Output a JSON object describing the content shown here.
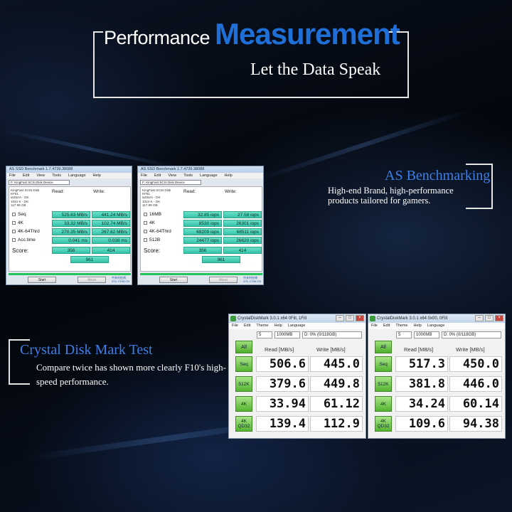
{
  "header": {
    "title_part1": "Performance",
    "title_part2": "Measurement",
    "subtitle": "Let the Data Speak"
  },
  "as_section": {
    "title": "AS Benchmarking",
    "description": "High-end Brand, high-performance products tailored for gamers."
  },
  "cdm_section": {
    "title": "Crystal Disk Mark Test",
    "description": "Compare twice has shown more clearly F10's high-speed performance."
  },
  "as_windows": [
    {
      "window_title": "AS SSD Benchmark 1.7.4739.38088",
      "menu": [
        "File",
        "Edit",
        "View",
        "Tools",
        "Language",
        "Help"
      ],
      "drive_select": "F: KingFast SCSI Disk Device",
      "info": [
        "KingFast SCSI Disk",
        "KF51",
        "iaStorA - OK",
        "1024 K - OK",
        "117.99 GB"
      ],
      "read_label": "Read:",
      "write_label": "Write:",
      "rows": [
        {
          "label": "Seq",
          "read": "525.63 MB/s",
          "write": "441.24 MB/s"
        },
        {
          "label": "4K",
          "read": "33.32 MB/s",
          "write": "102.74 MB/s"
        },
        {
          "label": "4K-64Thrd",
          "read": "270.35 MB/s",
          "write": "267.62 MB/s"
        },
        {
          "label": "Acc.time",
          "read": "0.041 ms",
          "write": "0.038 ms"
        }
      ],
      "score_label": "Score:",
      "score_read": "356",
      "score_write": "414",
      "score_total": "961",
      "start_label": "Start",
      "abort_label": "Abort",
      "logo_text": "中关村在线 ZOL.COM.CN"
    },
    {
      "window_title": "AS SSD Benchmark 1.7.4739.38088",
      "menu": [
        "File",
        "Edit",
        "View",
        "Tools",
        "Language",
        "Help"
      ],
      "drive_select": "F: KingFast SCSI Disk Device",
      "info": [
        "KingFast SCSI Disk",
        "KF51",
        "iaStorA - OK",
        "1024 K - OK",
        "117.99 GB"
      ],
      "read_label": "Read:",
      "write_label": "Write:",
      "rows": [
        {
          "label": "16MB",
          "read": "32.85 iops",
          "write": "27.58 iops"
        },
        {
          "label": "4K",
          "read": "8530 iops",
          "write": "26301 iops"
        },
        {
          "label": "4K-64Thrd",
          "read": "69209 iops",
          "write": "68511 iops"
        },
        {
          "label": "512B",
          "read": "24477 iops",
          "write": "26620 iops"
        }
      ],
      "score_label": "Score:",
      "score_read": "356",
      "score_write": "414",
      "score_total": "961",
      "start_label": "Start",
      "abort_label": "Abort",
      "logo_text": "中关村在线 ZOL.COM.CN"
    }
  ],
  "cdm_windows": [
    {
      "window_title": "CrystalDiskMark 3.0.1 x64 0Fill, 1Fill",
      "menu": [
        "File",
        "Edit",
        "Theme",
        "Help",
        "Language"
      ],
      "count": "5",
      "size": "1000MB",
      "drive": "D: 0% (0/118GB)",
      "all_label": "All",
      "read_header": "Read [MB/s]",
      "write_header": "Write [MB/s]",
      "rows": [
        {
          "label": "Seq",
          "read": "506.6",
          "write": "445.0"
        },
        {
          "label": "512K",
          "read": "379.6",
          "write": "449.8"
        },
        {
          "label": "4K",
          "read": "33.94",
          "write": "61.12"
        },
        {
          "label": "4K QD32",
          "read": "139.4",
          "write": "112.9"
        }
      ]
    },
    {
      "window_title": "CrystalDiskMark 3.0.1 x64 0x00, 0Fill",
      "menu": [
        "File",
        "Edit",
        "Theme",
        "Help",
        "Language"
      ],
      "count": "5",
      "size": "1000MB",
      "drive": "D: 0% (0/118GB)",
      "all_label": "All",
      "read_header": "Read [MB/s]",
      "write_header": "Write [MB/s]",
      "rows": [
        {
          "label": "Seq",
          "read": "517.3",
          "write": "450.0"
        },
        {
          "label": "512K",
          "read": "381.8",
          "write": "446.0"
        },
        {
          "label": "4K",
          "read": "34.24",
          "write": "60.14"
        },
        {
          "label": "4K QD32",
          "read": "109.6",
          "write": "94.38"
        }
      ]
    }
  ]
}
